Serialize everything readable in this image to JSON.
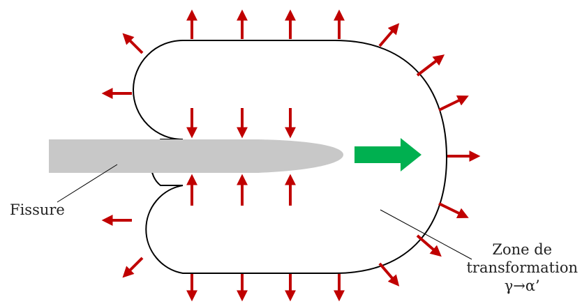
{
  "labels": {
    "fissure": "Fissure",
    "zone_line1": "Zone de",
    "zone_line2": "transformation",
    "zone_line3": "γ→α’"
  },
  "colors": {
    "outline": "#000000",
    "crack": "#c8c8c8",
    "stress_arrow": "#c00000",
    "propagation_arrow": "#00b050",
    "text": "#222222"
  },
  "icons": {
    "stress_arrow": "red-stress-arrow-icon",
    "propagation_arrow": "green-propagation-arrow-icon"
  }
}
